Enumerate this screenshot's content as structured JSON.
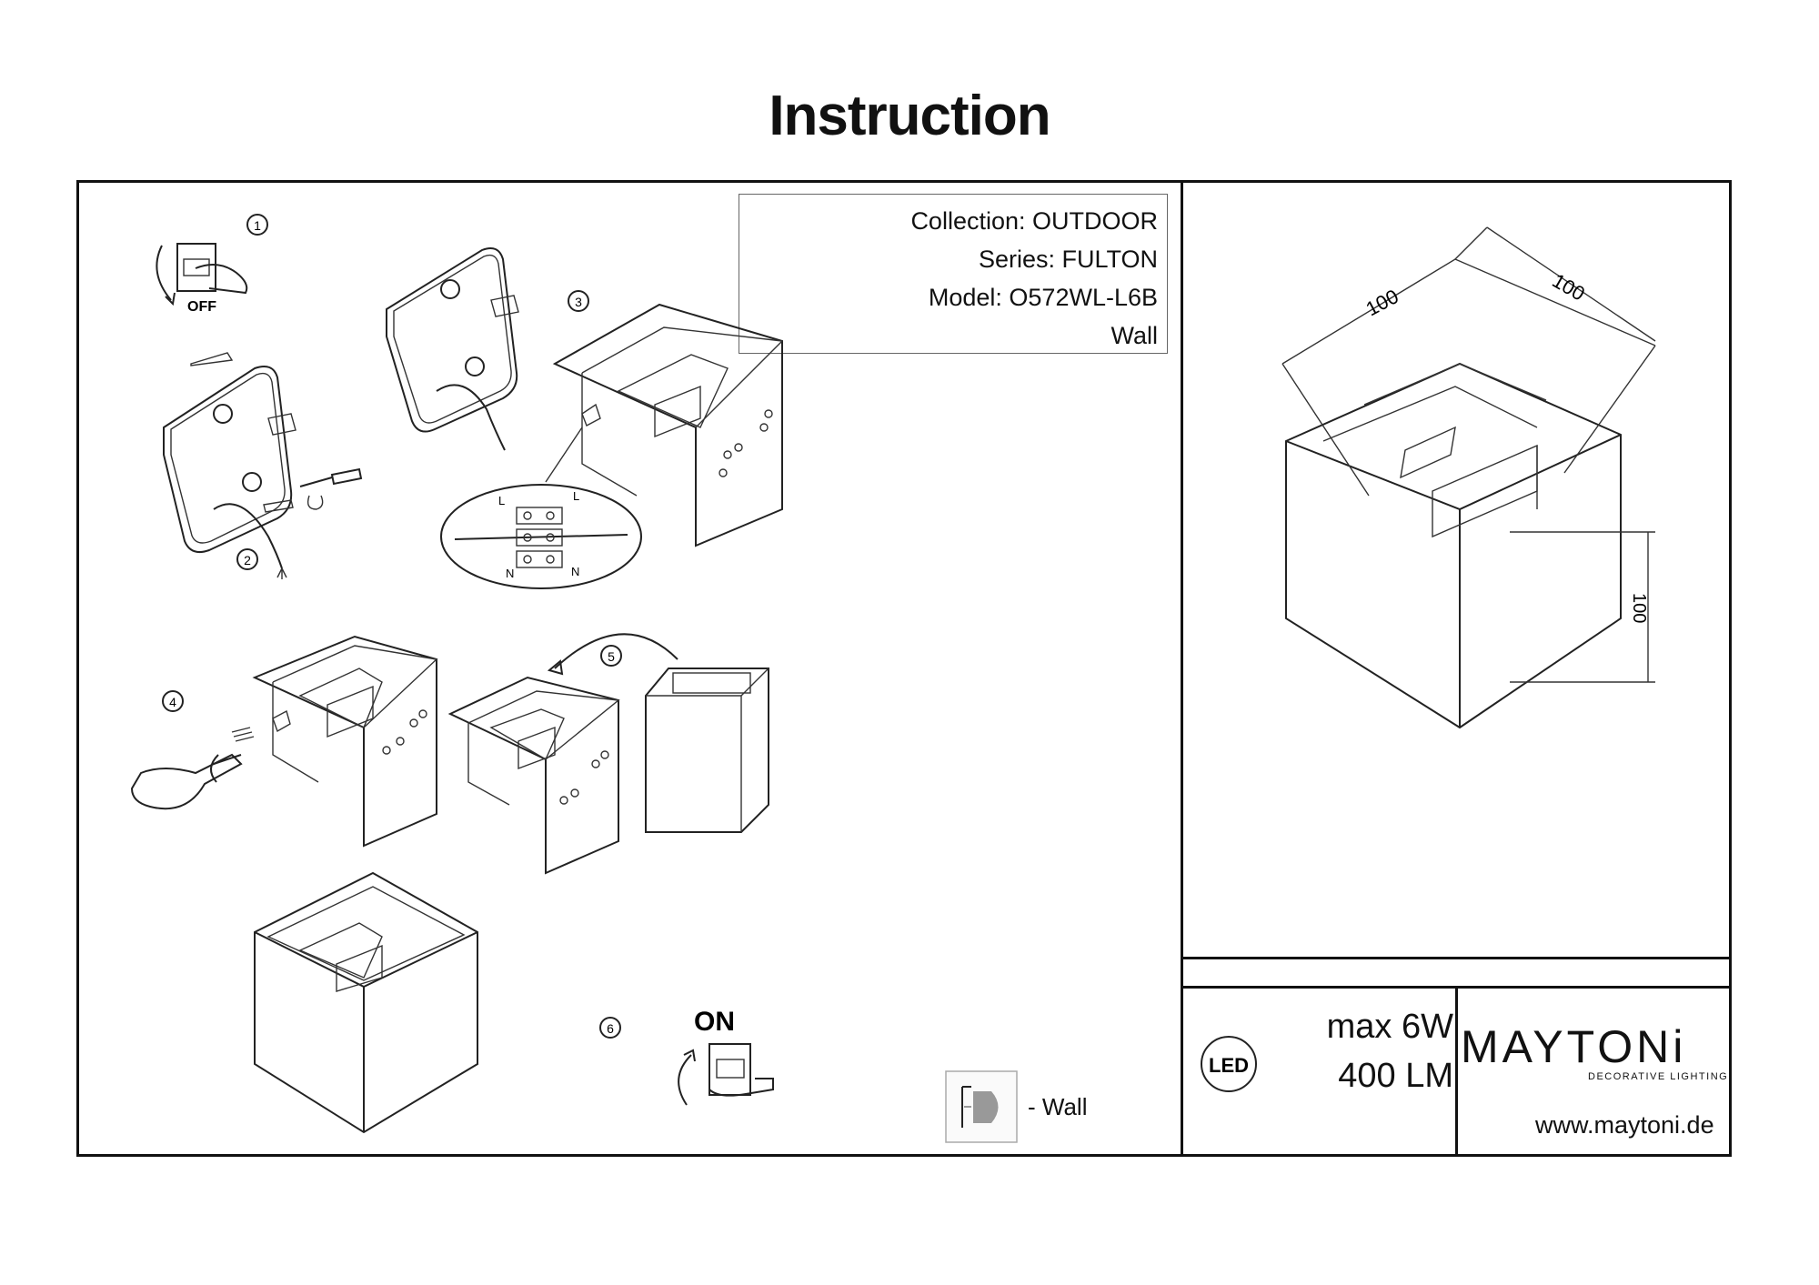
{
  "page": {
    "title": "Instruction"
  },
  "product_info": {
    "collection": "Collection: OUTDOOR",
    "series": "Series: FULTON",
    "model": "Model: O572WL-L6B",
    "type": "Wall"
  },
  "steps": {
    "s1": "1",
    "s2": "2",
    "s3": "3",
    "s4": "4",
    "s5": "5",
    "s6": "6",
    "off_label": "OFF",
    "on_label": "ON"
  },
  "wiring": {
    "l_left": "L",
    "l_right": "L",
    "n_left": "N",
    "n_right": "N"
  },
  "dimensions": {
    "width": "100",
    "depth": "100",
    "height": "100"
  },
  "specs": {
    "led_badge": "LED",
    "power": "max 6W",
    "lumens": "400 LM"
  },
  "brand": {
    "name": "MAYTONi",
    "tagline": "DECORATIVE LIGHTING",
    "website": "www.maytoni.de"
  },
  "legend": {
    "wall_label": "- Wall"
  }
}
